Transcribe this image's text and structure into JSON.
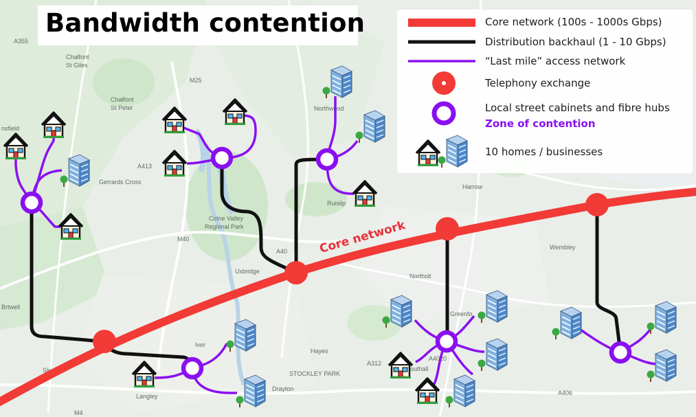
{
  "title": "Bandwidth contention",
  "core_label": "Core network",
  "legend": {
    "core": "Core network (100s - 1000s Gbps)",
    "distribution": "Distribution backhaul (1 - 10 Gbps)",
    "last_mile": "“Last mile” access network",
    "exchange": "Telephony exchange",
    "cabinet": "Local street cabinets and fibre hubs",
    "zone": "Zone of contention",
    "homes": "10 homes / businesses"
  },
  "map_labels": {
    "a355": "A355",
    "chalfont_st_giles": [
      "Chalfont",
      "St Giles"
    ],
    "m25": "M25",
    "chalfont_st_peter": [
      "Chalfont",
      "St Peter"
    ],
    "nsfield": "nsfield",
    "a413": "A413",
    "gerrards_cross": "Gerrards Cross",
    "northwood": "Northwood",
    "harrow": "Harrow",
    "ruislip": "Ruislip",
    "colne_valley": [
      "Colne Valley",
      "Regional Park"
    ],
    "m40": "M40",
    "a40": "A40",
    "uxbridge": "Uxbridge",
    "wembley": "Wembley",
    "northolt": "Northolt",
    "greenford": "Greenfo",
    "southall": "outhall",
    "iver": "Iver",
    "hayes": "Hayes",
    "stockley_park": "STOCKLEY PARK",
    "drayton": "Drayton",
    "slough": "Slough",
    "langley": "Langley",
    "brtwell": "Brtwell",
    "a4020": "A4020",
    "a312": "A312",
    "a406": "A406",
    "m4": "M4"
  },
  "colors": {
    "core": "#f23a36",
    "distribution": "#111111",
    "last_mile": "#8a10f0",
    "zone_text": "#8a10f0",
    "water": "#b9d3e8",
    "park": "#cfe6cb"
  },
  "icons": [
    "house-icon",
    "office-building-icon"
  ]
}
